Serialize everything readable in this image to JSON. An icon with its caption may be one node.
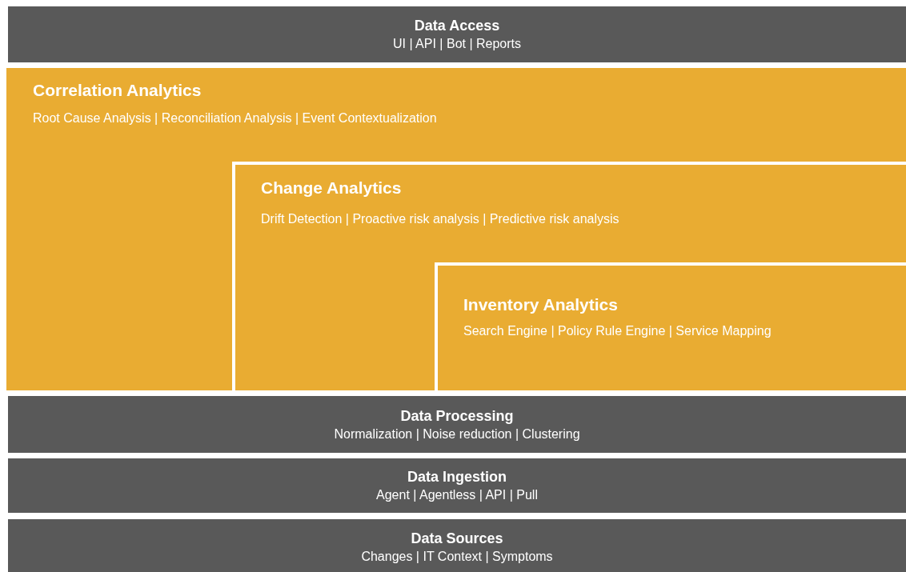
{
  "diagram": {
    "nodes": [
      {
        "text": [
          "Data Access",
          "UI | API | Bot | Reports"
        ]
      },
      {
        "text": [
          "Correlation Analytics",
          "Root Cause Analysis | Reconciliation Analysis | Event Contextualization"
        ]
      },
      {
        "text": [
          "Change Analytics",
          "Drift Detection | Proactive risk analysis | Predictive risk analysis"
        ],
        "in": 1
      },
      {
        "text": [
          "Inventory Analytics",
          "Search Engine | Policy Rule Engine | Service Mapping"
        ],
        "in": 2
      },
      {
        "text": [
          "Data Processing",
          "Normalization | Noise reduction | Clustering"
        ]
      },
      {
        "text": [
          "Data Ingestion",
          "Agent | Agentless | API | Pull"
        ]
      },
      {
        "text": [
          "Data Sources",
          "Changes | IT Context | Symptoms"
        ]
      }
    ]
  }
}
